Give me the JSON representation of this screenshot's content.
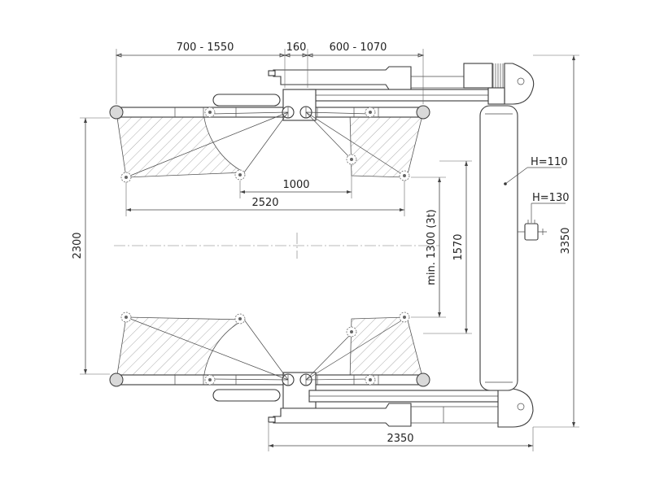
{
  "dimensions": {
    "arm_reach_left": "700 - 1550",
    "column_gap": "160",
    "arm_reach_right": "600 - 1070",
    "arm_span_inner": "1000",
    "arm_span_outer": "2520",
    "min_height": "min. 1300 (3t)",
    "drive_through": "1570",
    "inner_width": "2300",
    "overall_width": "3350",
    "overall_depth": "2350",
    "height_low": "H=110",
    "height_high": "H=130"
  }
}
